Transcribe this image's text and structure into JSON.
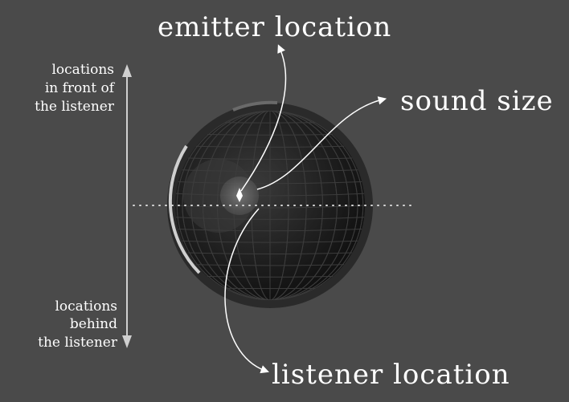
{
  "labels": {
    "emitter_location": "emitter location",
    "sound_size": "sound size",
    "listener_location": "listener location",
    "front": [
      "locations",
      "in front of",
      "the listener"
    ],
    "behind": [
      "locations",
      "behind",
      "the listener"
    ]
  },
  "colors": {
    "background": "#4a4a4a",
    "text": "#ffffff",
    "sphere_dark": "#161616",
    "sphere_ring": "#2a2a2a",
    "axis": "#d0d0d0",
    "arc_highlight": "#e8e8e8"
  }
}
